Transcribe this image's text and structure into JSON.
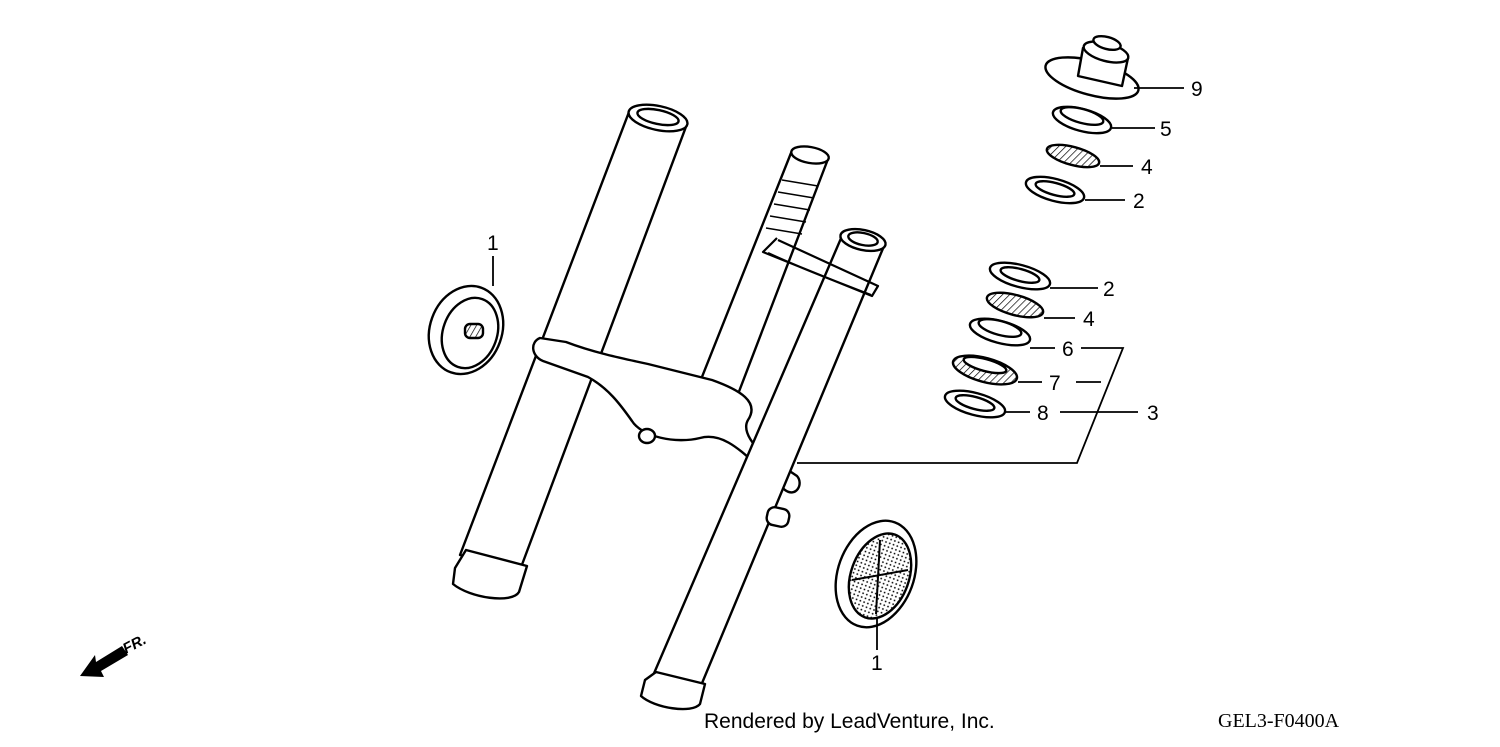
{
  "diagram": {
    "direction_label": "FR.",
    "callouts": {
      "c9": "9",
      "c5": "5",
      "c4a": "4",
      "c2a": "2",
      "c2b": "2",
      "c4b": "4",
      "c6": "6",
      "c7": "7",
      "c8": "8",
      "c3": "3",
      "c1a": "1",
      "c1b": "1"
    }
  },
  "footer": {
    "credit": "Rendered by LeadVenture, Inc.",
    "code": "GEL3-F0400A"
  }
}
